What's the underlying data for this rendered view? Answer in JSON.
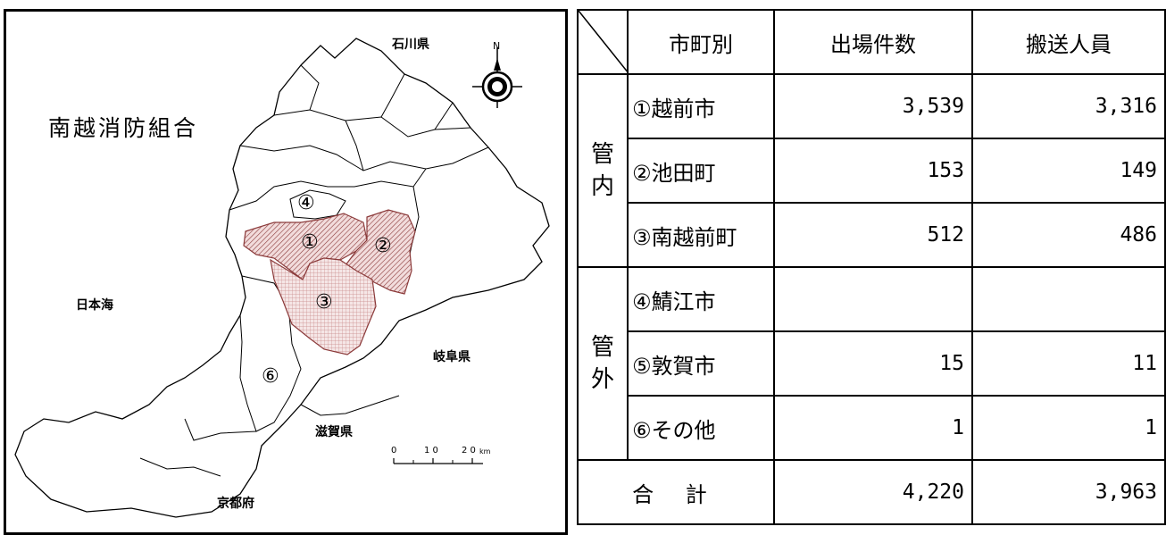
{
  "map": {
    "title": "南越消防組合",
    "labels": {
      "ishikawa": "石川県",
      "japan_sea": "日本海",
      "gifu": "岐阜県",
      "shiga": "滋賀県",
      "kyoto": "京都府",
      "north": "N"
    },
    "areas": {
      "a1": "①",
      "a2": "②",
      "a3": "③",
      "a4": "④",
      "a6": "⑥"
    },
    "scale": {
      "t0": "0",
      "t10": "1 0",
      "t20": "2 0",
      "unit": "km"
    },
    "colors": {
      "fill_hatch": "#e9c9c9",
      "border": "#000000",
      "hatch_line": "#8b3a3a"
    }
  },
  "table": {
    "headers": {
      "municipality": "市町別",
      "dispatches": "出場件数",
      "transports": "搬送人員"
    },
    "groups": {
      "inside": "管\n内",
      "outside": "管\n外"
    },
    "rows": [
      {
        "name": "①越前市",
        "dispatches": "3,539",
        "transports": "3,316"
      },
      {
        "name": "②池田町",
        "dispatches": "153",
        "transports": "149"
      },
      {
        "name": "③南越前町",
        "dispatches": "512",
        "transports": "486"
      },
      {
        "name": "④鯖江市",
        "dispatches": "",
        "transports": ""
      },
      {
        "name": "⑤敦賀市",
        "dispatches": "15",
        "transports": "11"
      },
      {
        "name": "⑥その他",
        "dispatches": "1",
        "transports": "1"
      }
    ],
    "total": {
      "label": "合 計",
      "dispatches": "4,220",
      "transports": "3,963"
    }
  }
}
